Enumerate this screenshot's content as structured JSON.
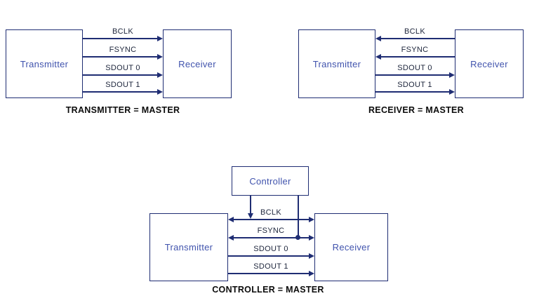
{
  "colors": {
    "line_navy": "#1f2d73",
    "box_text_blue": "#4053ad",
    "signal_text": "#20283e",
    "caption_black": "#0b0b0b",
    "background": "#ffffff"
  },
  "diagrams": {
    "tx_master": {
      "caption": "TRANSMITTER  =  MASTER",
      "transmitter_label": "Transmitter",
      "receiver_label": "Receiver",
      "signals": [
        {
          "name": "BCLK",
          "direction": "transmitter_to_receiver"
        },
        {
          "name": "FSYNC",
          "direction": "transmitter_to_receiver"
        },
        {
          "name": "SDOUT 0",
          "direction": "transmitter_to_receiver"
        },
        {
          "name": "SDOUT 1",
          "direction": "transmitter_to_receiver"
        }
      ]
    },
    "rx_master": {
      "caption": "RECEIVER  =  MASTER",
      "transmitter_label": "Transmitter",
      "receiver_label": "Receiver",
      "signals": [
        {
          "name": "BCLK",
          "direction": "receiver_to_transmitter"
        },
        {
          "name": "FSYNC",
          "direction": "receiver_to_transmitter"
        },
        {
          "name": "SDOUT 0",
          "direction": "transmitter_to_receiver"
        },
        {
          "name": "SDOUT 1",
          "direction": "transmitter_to_receiver"
        }
      ]
    },
    "controller_master": {
      "caption": "CONTROLLER  =  MASTER",
      "controller_label": "Controller",
      "transmitter_label": "Transmitter",
      "receiver_label": "Receiver",
      "signals": [
        {
          "name": "BCLK",
          "direction": "controller_to_both"
        },
        {
          "name": "FSYNC",
          "direction": "controller_to_both"
        },
        {
          "name": "SDOUT 0",
          "direction": "transmitter_to_receiver"
        },
        {
          "name": "SDOUT 1",
          "direction": "transmitter_to_receiver"
        }
      ]
    }
  }
}
